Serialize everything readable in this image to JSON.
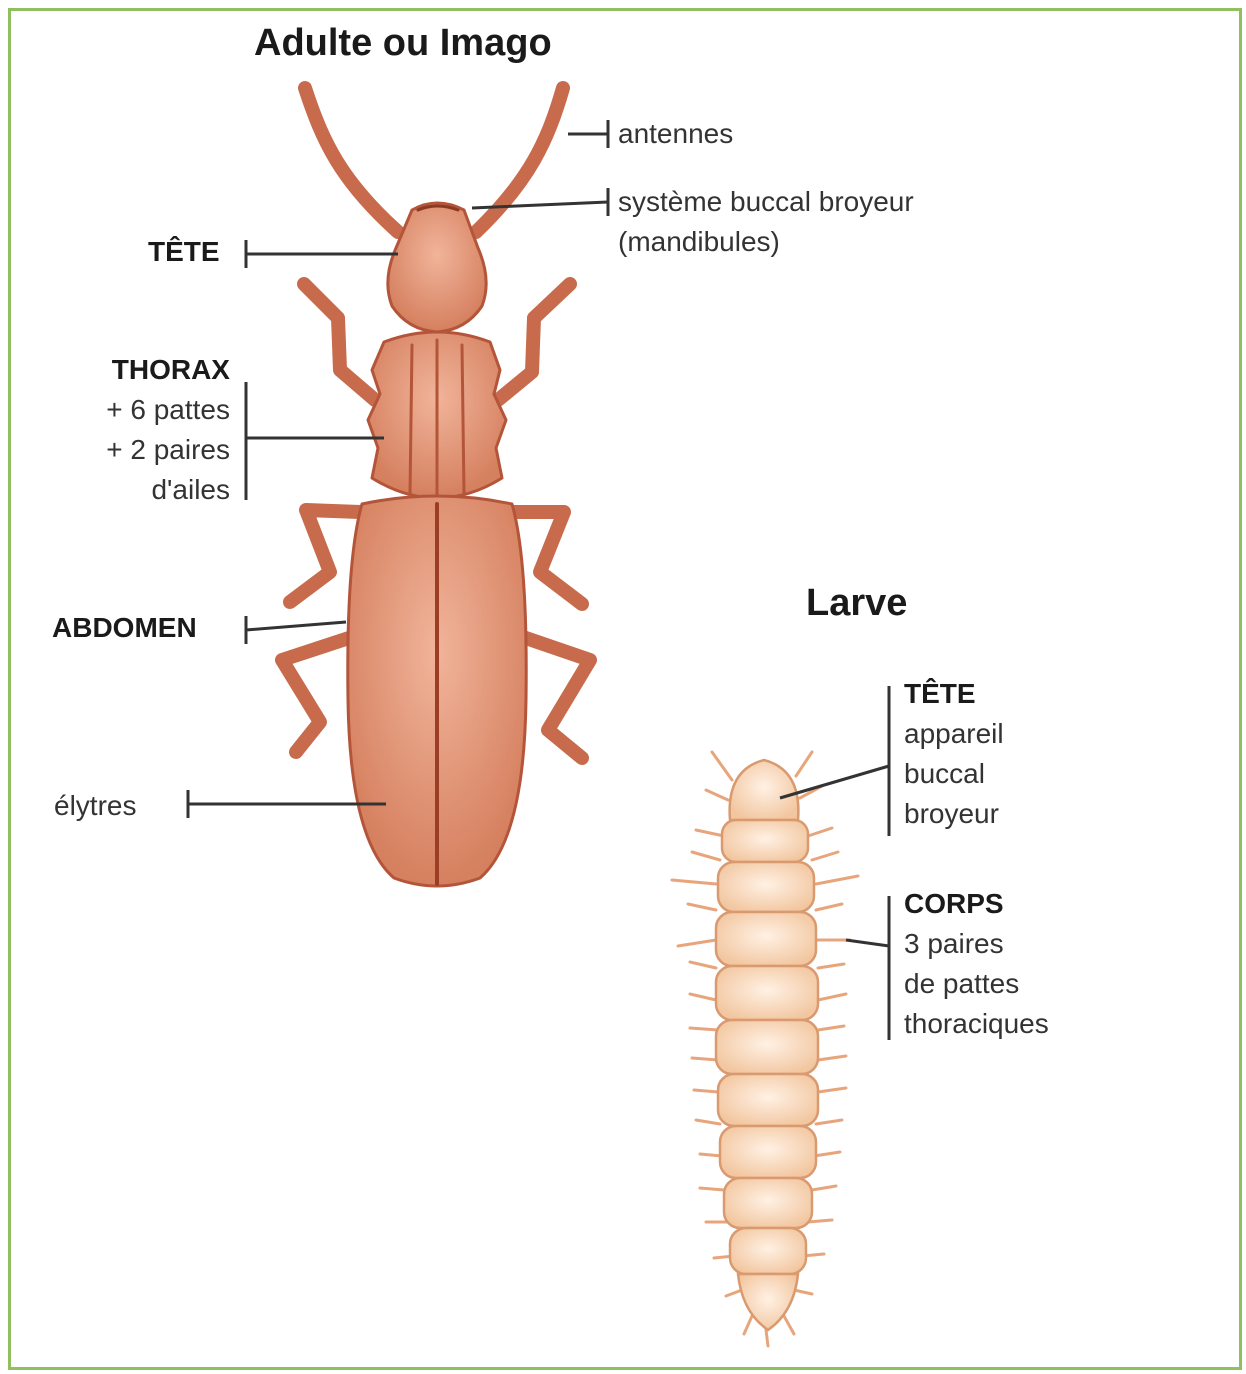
{
  "adult": {
    "title": "Adulte ou Imago",
    "labels": {
      "antennes": "antennes",
      "buccal_line1": "système buccal broyeur",
      "buccal_line2": "(mandibules)",
      "tete": "TÊTE",
      "thorax": "THORAX",
      "thorax_legs": "+ 6 pattes",
      "thorax_wings1": "+ 2 paires",
      "thorax_wings2": "d'ailes",
      "abdomen": "ABDOMEN",
      "elytres": "élytres"
    }
  },
  "larva": {
    "title": "Larve",
    "labels": {
      "tete": "TÊTE",
      "tete_line1": "appareil",
      "tete_line2": "buccal",
      "tete_line3": "broyeur",
      "corps": "CORPS",
      "corps_line1": "3 paires",
      "corps_line2": "de pattes",
      "corps_line3": "thoraciques"
    }
  },
  "colors": {
    "frame": "#8fbf5f",
    "adult_body": "#d98a6a",
    "adult_outline": "#b4553a",
    "larva_body": "#f6d3b3",
    "larva_outline": "#d99a70"
  }
}
